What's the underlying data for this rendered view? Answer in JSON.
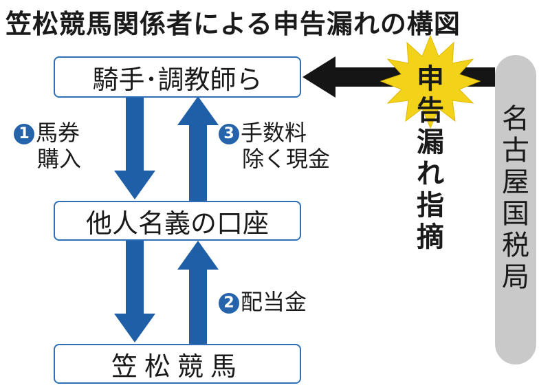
{
  "title": "笠松競馬関係者による申告漏れの構図",
  "boxes": {
    "top": "騎手･調教師ら",
    "middle": "他人名義の口座",
    "bottom": "笠松競馬"
  },
  "flows": {
    "f1": {
      "number": "1",
      "label_line1": "馬券",
      "label_line2": "購入"
    },
    "f2": {
      "number": "2",
      "label": "配当金"
    },
    "f3": {
      "number": "3",
      "label_line1": "手数料",
      "label_line2": "除く現金"
    }
  },
  "tax_office": "名古屋国税局",
  "report": "申告漏れ指摘",
  "colors": {
    "box_border": "#2f6fb6",
    "arrow_blue": "#1f5fa8",
    "arrow_black": "#151515",
    "burst": "#f3d21a",
    "tax_bar": "#c9c9c9"
  }
}
